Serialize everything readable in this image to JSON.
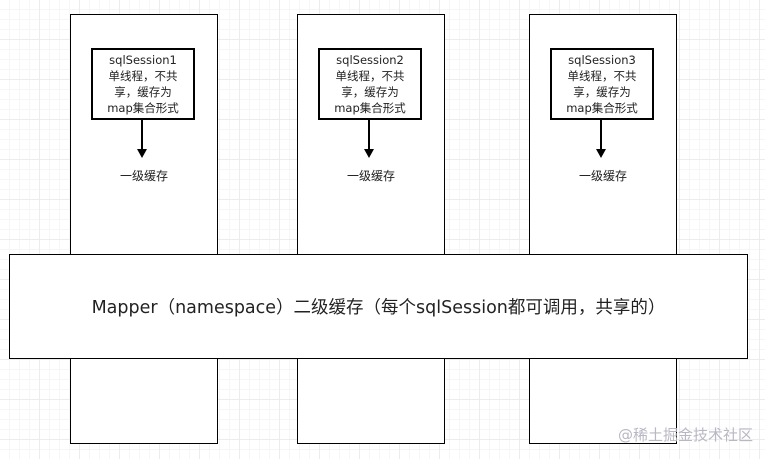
{
  "columns": [
    {
      "session": [
        "sqlSession1",
        "单线程，不共",
        "享，缓存为",
        "map集合形式"
      ],
      "cache_label": "一级缓存"
    },
    {
      "session": [
        "sqlSession2",
        "单线程，不共",
        "享，缓存为",
        "map集合形式"
      ],
      "cache_label": "一级缓存"
    },
    {
      "session": [
        "sqlSession3",
        "单线程，不共",
        "享，缓存为",
        "map集合形式"
      ],
      "cache_label": "一级缓存"
    }
  ],
  "mapper": {
    "label": "Mapper（namespace）二级缓存（每个sqlSession都可调用，共享的）"
  },
  "watermark": "@稀土掘金技术社区"
}
